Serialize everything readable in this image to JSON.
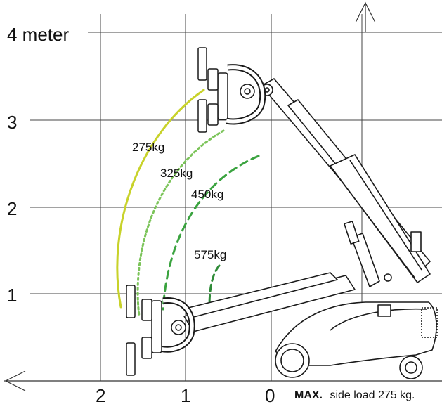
{
  "y_axis": {
    "ticks": [
      {
        "value": 1,
        "label": "1"
      },
      {
        "value": 2,
        "label": "2"
      },
      {
        "value": 3,
        "label": "3"
      },
      {
        "value": 4,
        "label": "4 meter"
      }
    ]
  },
  "x_axis": {
    "ticks": [
      {
        "value": 2,
        "label": "2"
      },
      {
        "value": 1,
        "label": "1"
      },
      {
        "value": 0,
        "label": "0"
      }
    ]
  },
  "note": {
    "bold": "MAX.",
    "text": "side load 275 kg."
  },
  "load_curves": [
    {
      "label": "275kg",
      "color": "#c8d22a",
      "style": "solid"
    },
    {
      "label": "325kg",
      "color": "#7cc45a",
      "style": "dotted"
    },
    {
      "label": "450kg",
      "color": "#3aa33f",
      "style": "dashed"
    },
    {
      "label": "575kg",
      "color": "#2e8b37",
      "style": "dashed"
    }
  ],
  "colors": {
    "grid": "#444444",
    "machine": "#1a1a1a",
    "body_fill": "#ffffff"
  }
}
